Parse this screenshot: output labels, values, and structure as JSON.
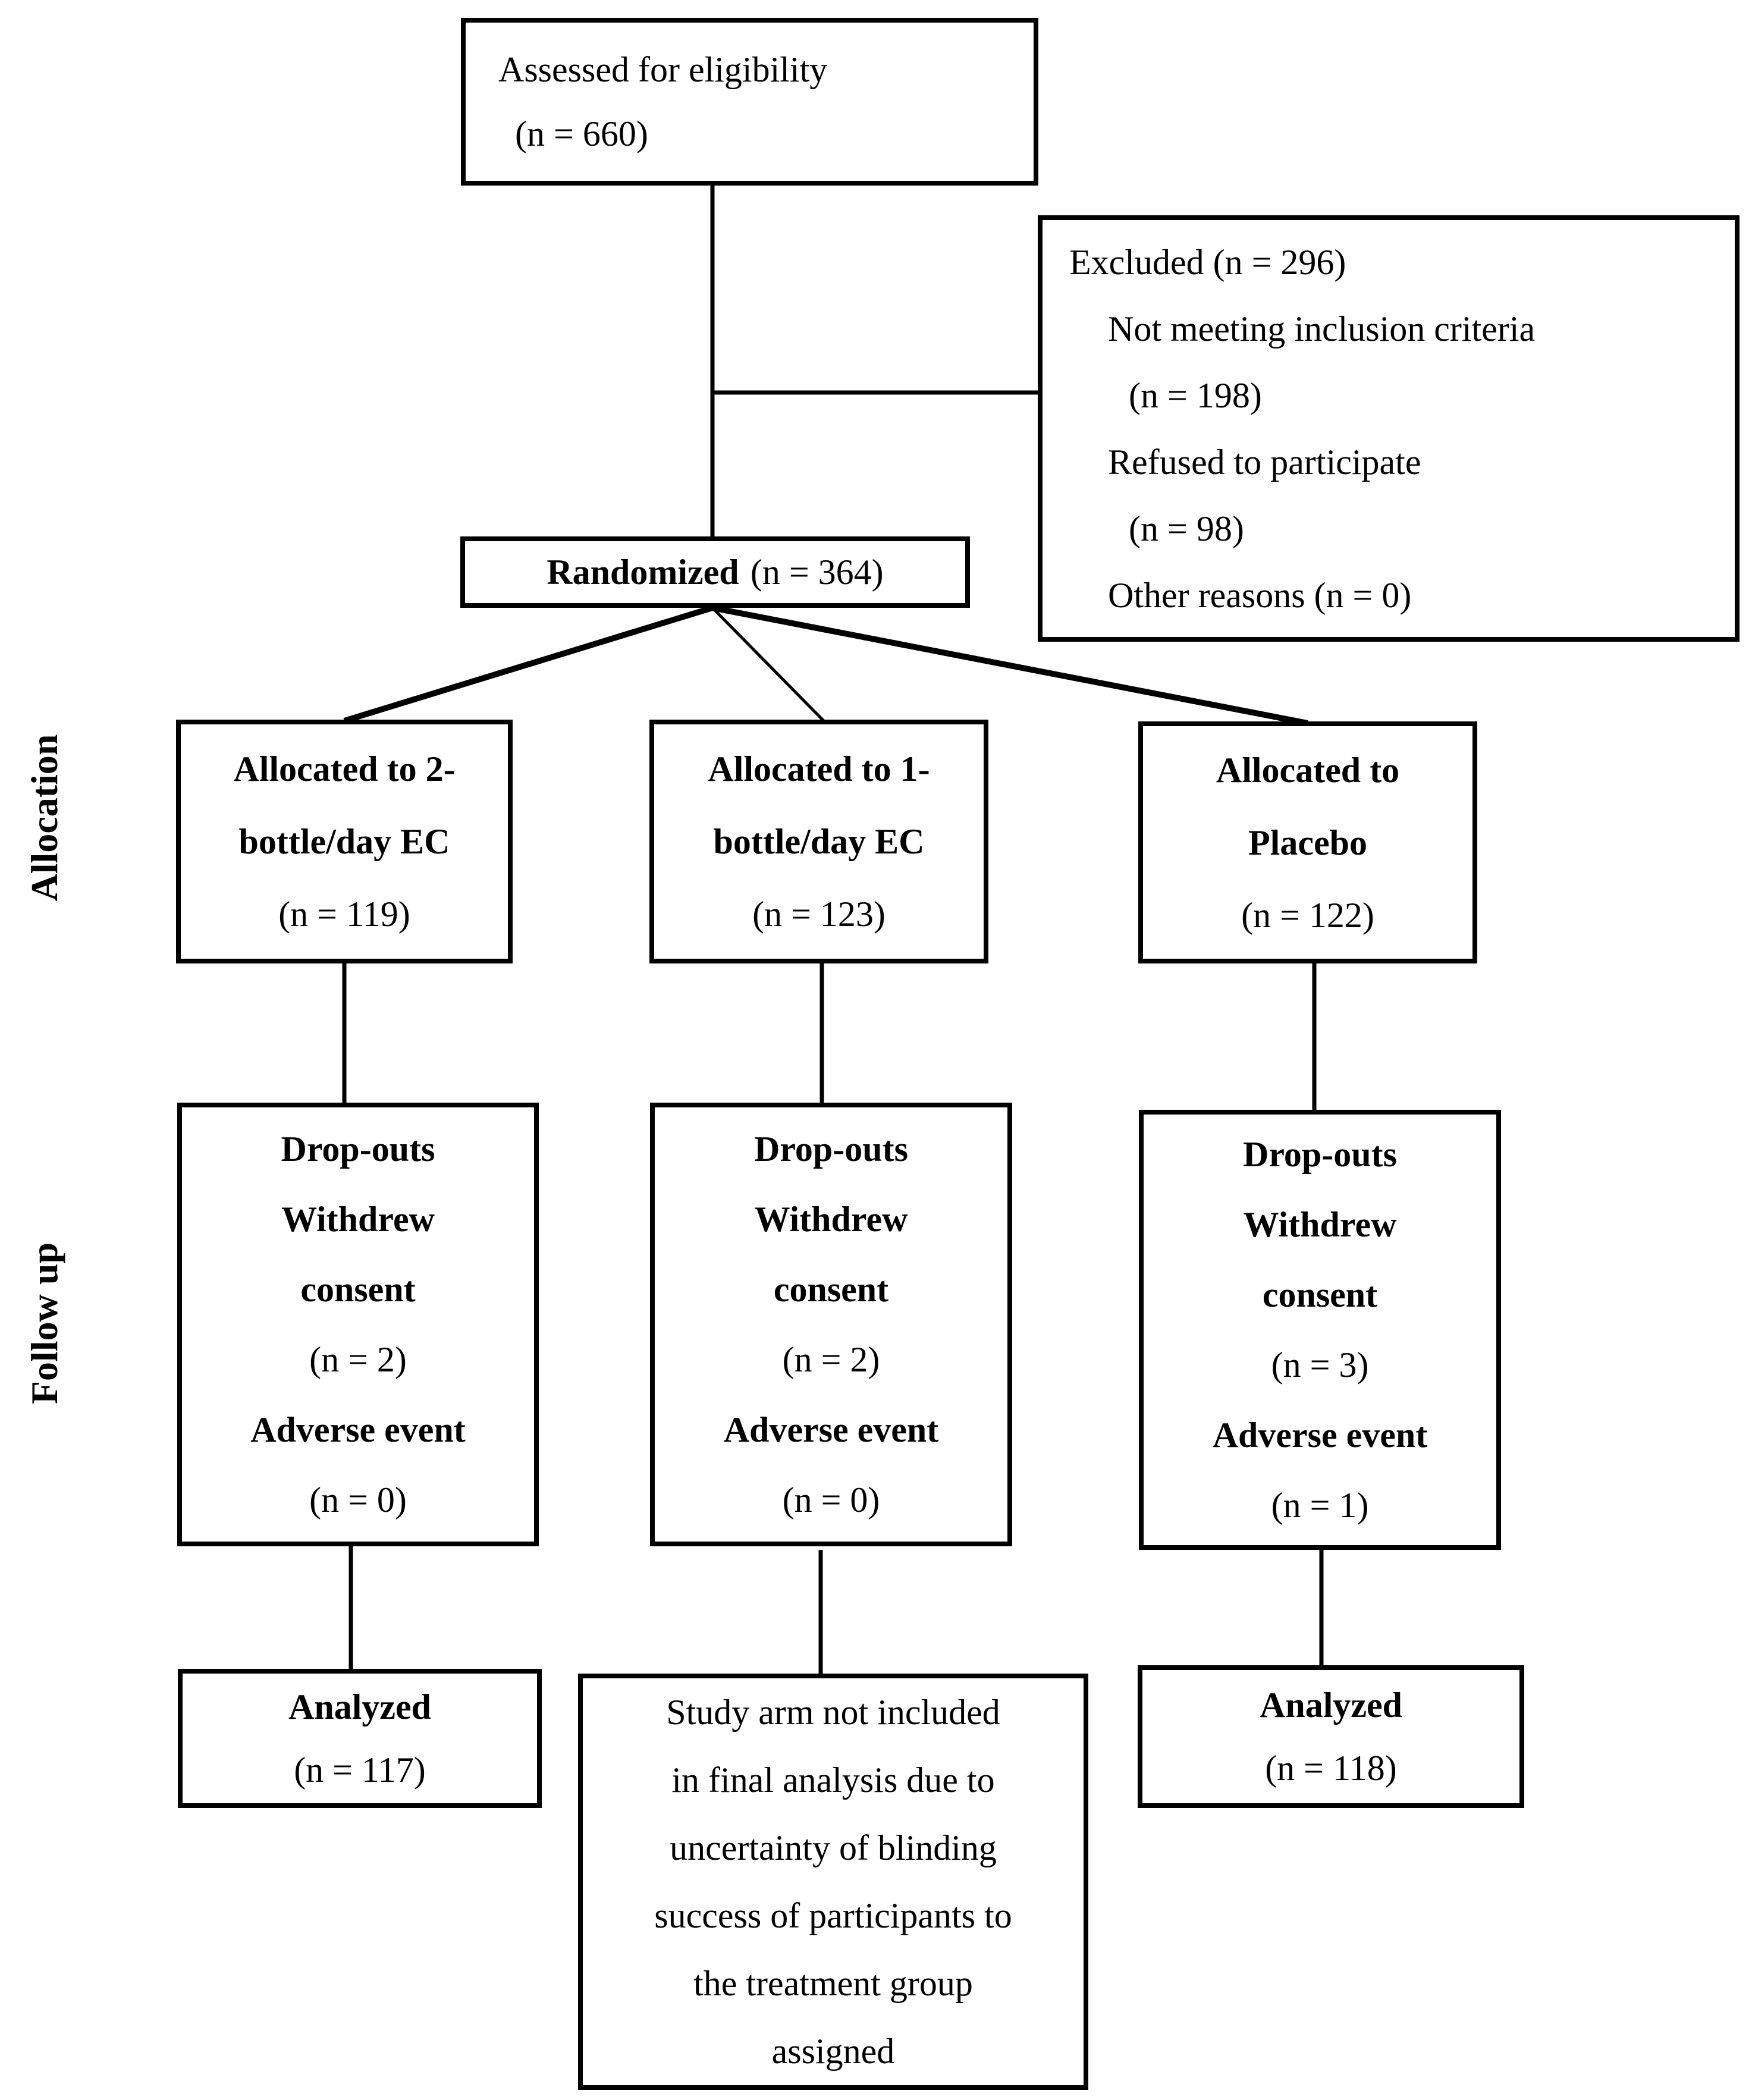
{
  "canvas": {
    "background": "#ffffff",
    "ink": "#000000"
  },
  "flowchart": {
    "side_labels": {
      "allocation": "Allocation",
      "follow_up": "Follow up"
    },
    "assessed": {
      "line1": "Assessed for eligibility",
      "line2": "(n = 660)"
    },
    "excluded": {
      "title": "Excluded (n = 296)",
      "reason1": "Not meeting inclusion criteria",
      "reason1_n": "(n = 198)",
      "reason2": "Refused to participate",
      "reason2_n": "(n = 98)",
      "reason3": "Other reasons (n = 0)"
    },
    "randomized": {
      "label": "Randomized",
      "n": "(n = 364)"
    },
    "allocation_row": {
      "arm1": {
        "line1": "Allocated to 2-",
        "line2": "bottle/day EC",
        "n": "(n = 119)"
      },
      "arm2": {
        "line1": "Allocated to 1-",
        "line2": "bottle/day EC",
        "n": "(n = 123)"
      },
      "arm3": {
        "line1": "Allocated to",
        "line2": "Placebo",
        "n": "(n = 122)"
      }
    },
    "follow_up_row": {
      "arm1": {
        "title": "Drop-outs",
        "reason1_l1": "Withdrew",
        "reason1_l2": "consent",
        "reason1_n": "(n = 2)",
        "reason2": "Adverse event",
        "reason2_n": "(n = 0)"
      },
      "arm2": {
        "title": "Drop-outs",
        "reason1_l1": "Withdrew",
        "reason1_l2": "consent",
        "reason1_n": "(n = 2)",
        "reason2": "Adverse event",
        "reason2_n": "(n = 0)"
      },
      "arm3": {
        "title": "Drop-outs",
        "reason1_l1": "Withdrew",
        "reason1_l2": "consent",
        "reason1_n": "(n = 3)",
        "reason2": "Adverse event",
        "reason2_n": "(n = 1)"
      }
    },
    "final_row": {
      "arm1": {
        "title": "Analyzed",
        "n": "(n = 117)"
      },
      "arm2_note": [
        "Study arm not included",
        "in final analysis due to",
        "uncertainty of blinding",
        "success of participants to",
        "the treatment group",
        "assigned"
      ],
      "arm3": {
        "title": "Analyzed",
        "n": "(n = 118)"
      }
    }
  }
}
